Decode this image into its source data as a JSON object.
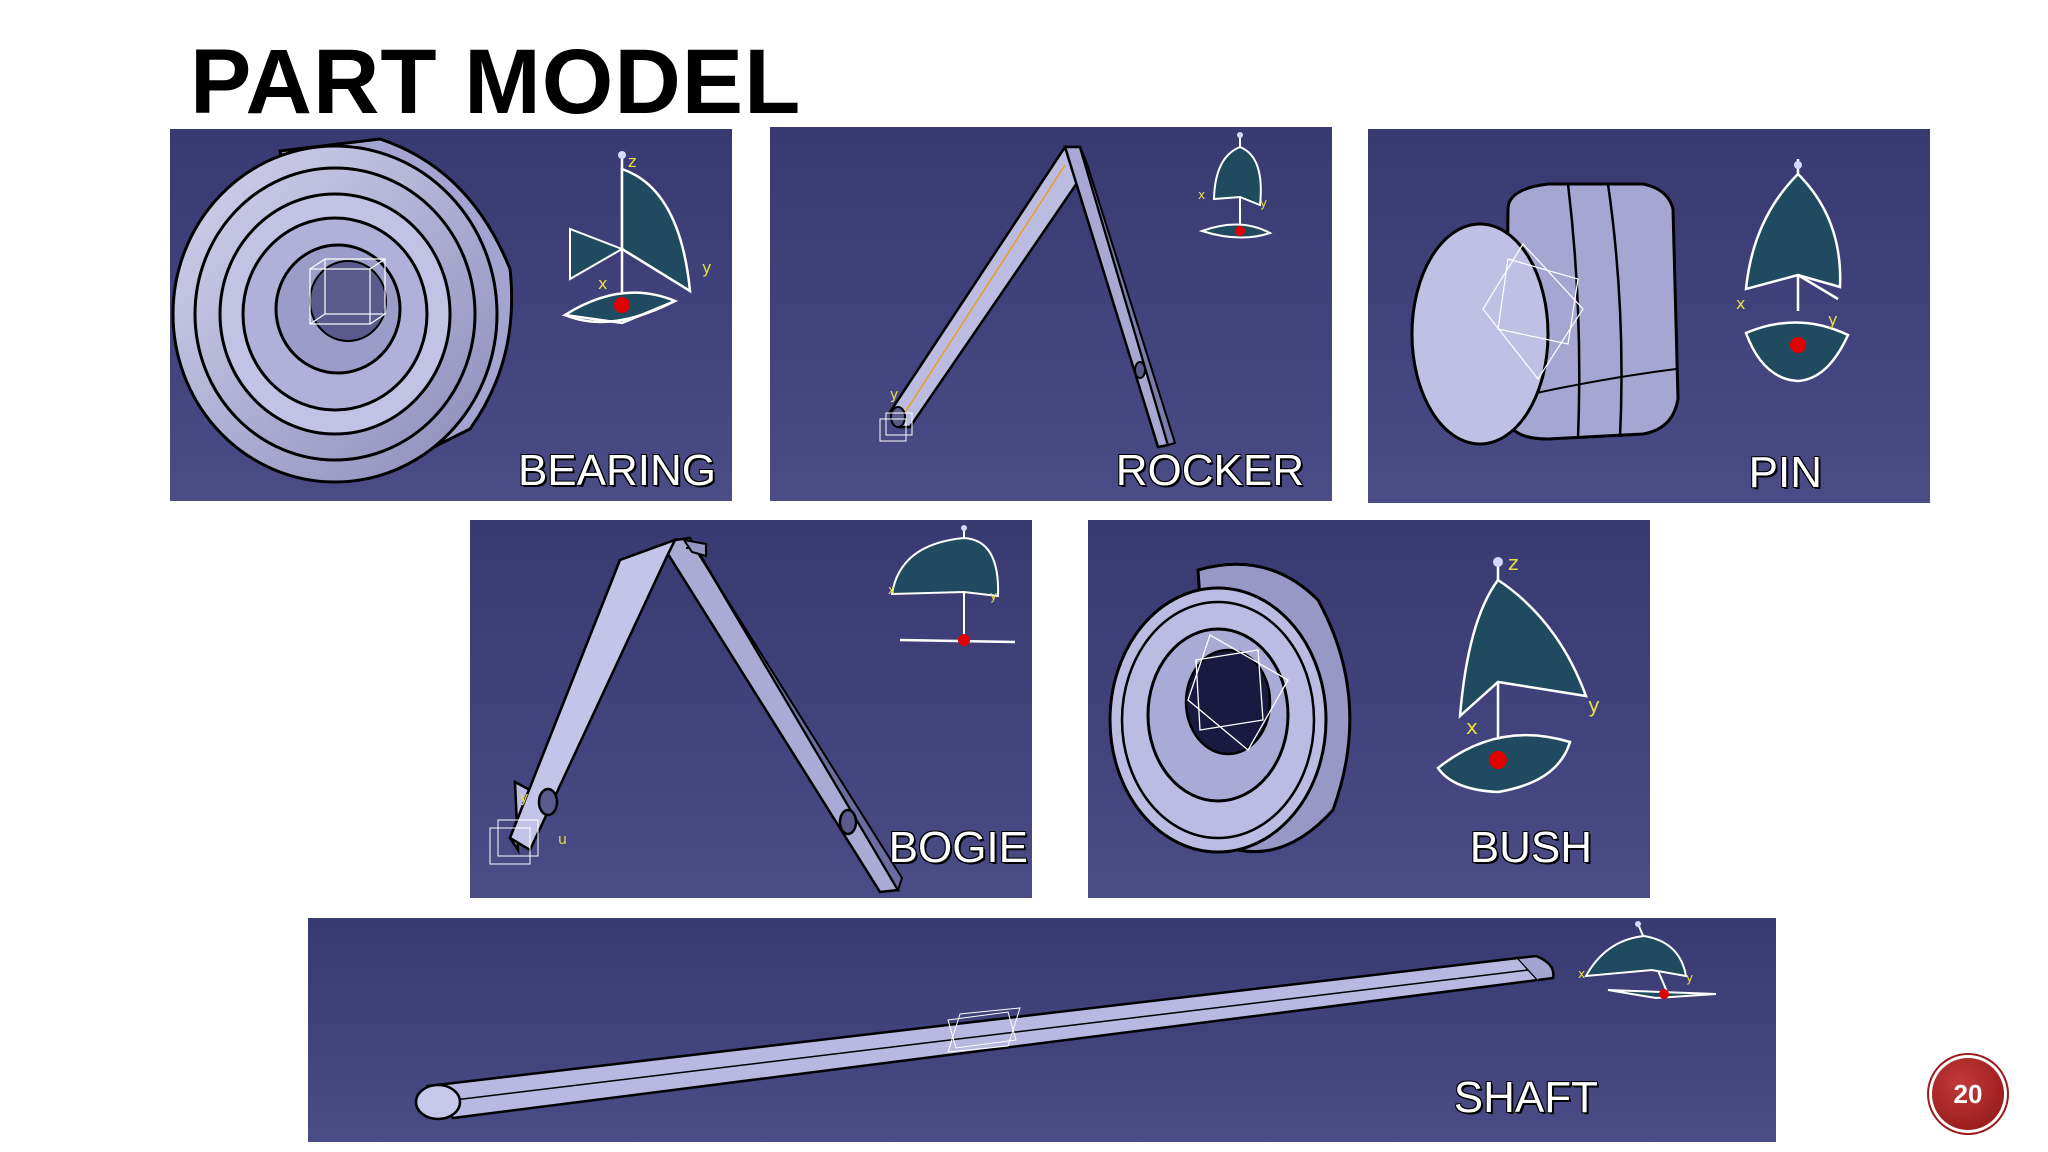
{
  "slide": {
    "title": "PART MODEL",
    "page_number": "20"
  },
  "panels": {
    "bearing": {
      "label": "BEARING"
    },
    "rocker": {
      "label": "ROCKER"
    },
    "pin": {
      "label": "PIN"
    },
    "bogie": {
      "label": "BOGIE"
    },
    "bush": {
      "label": "BUSH"
    },
    "shaft": {
      "label": "SHAFT"
    }
  },
  "axis": {
    "x": "x",
    "y": "y",
    "z": "z"
  },
  "colors": {
    "viewport_bg": "#3e3e78",
    "part_fill": "#b4b4dc",
    "compass_fill": "#1f4a60",
    "origin_dot": "#e00000",
    "axis_text": "#e8e040",
    "badge": "#a51c1c"
  }
}
